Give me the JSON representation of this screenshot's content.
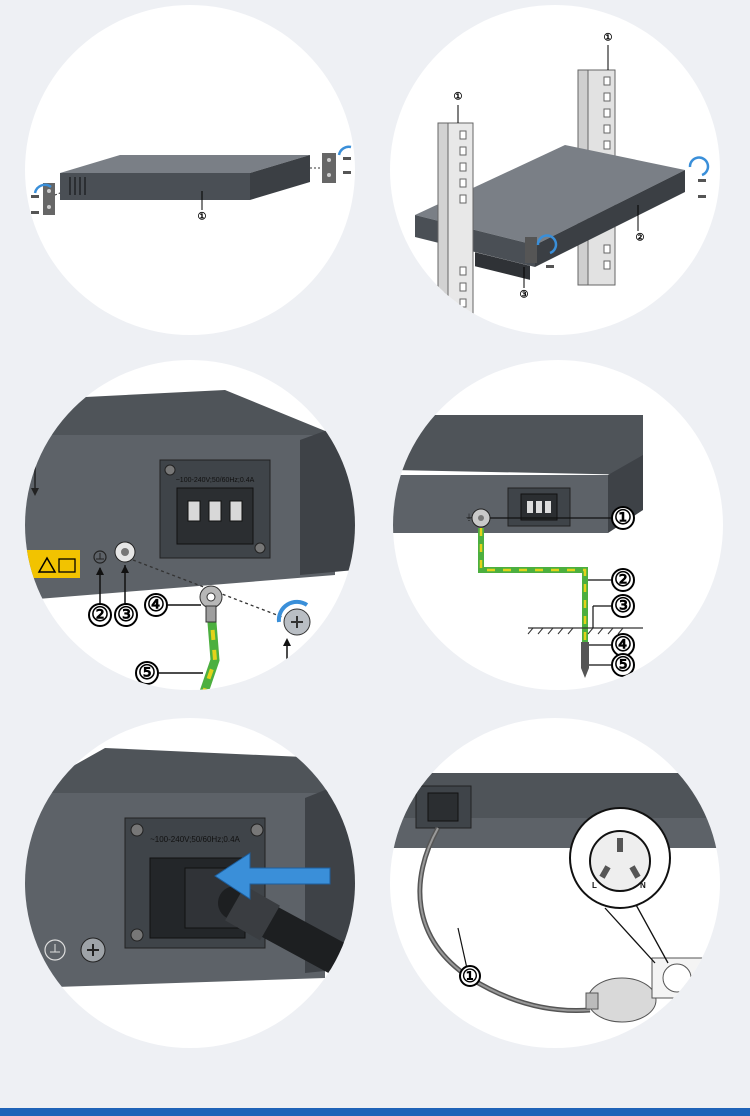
{
  "panels": {
    "p1": {
      "callouts": [
        "①"
      ]
    },
    "p2": {
      "callouts": [
        "①",
        "①",
        "②",
        "③"
      ]
    },
    "p3": {
      "callouts": [
        "②",
        "③",
        "④",
        "⑤"
      ],
      "rating": "~100-240V;50/60Hz;0.4A"
    },
    "p4": {
      "callouts": [
        "①",
        "②",
        "③",
        "④",
        "⑤"
      ]
    },
    "p5": {
      "rating": "~100-240V;50/60Hz;0.4A"
    },
    "p6": {
      "callouts": [
        "①"
      ],
      "socket_letters": [
        "L",
        "N"
      ]
    }
  },
  "colors": {
    "device": "#4a4f55",
    "device_light": "#6b7077",
    "ground_green": "#4caf3f",
    "ground_yellow": "#e3d21a",
    "arrow_blue": "#3a8fd9",
    "bar": "#1f63b8"
  }
}
